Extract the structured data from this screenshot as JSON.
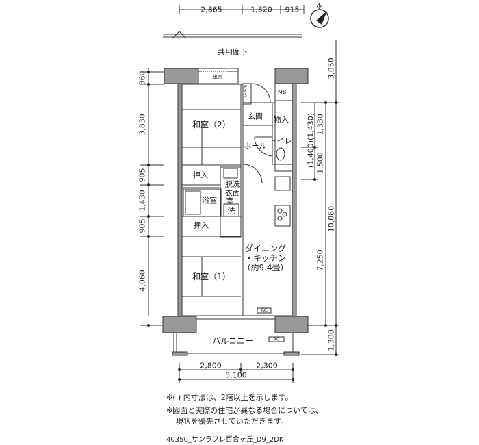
{
  "compass": {
    "north_label": "N"
  },
  "corridor": {
    "label": "共用廊下"
  },
  "rooms": {
    "washitsu2": "和室（2）",
    "washitsu1": "和室（1）",
    "oshiire_top": "押入",
    "oshiire_bottom": "押入",
    "bath": "浴室",
    "dressing": [
      "脱洗",
      "衣面",
      "室"
    ],
    "laundry": "洗",
    "genkan": "玄関",
    "storage": "物入",
    "hall": "ホール",
    "toilet": "トイレ",
    "dk": [
      "ダイニング",
      "・キッチン",
      "（約9.4畳）"
    ],
    "balcony": "バルコニー",
    "demado": "出窓",
    "eps": "EPS",
    "mb": "MB",
    "ac1": "AC",
    "ac2": "AC"
  },
  "dimensions": {
    "top": [
      "2,865",
      "1,320",
      "915"
    ],
    "bottom": [
      "2,800",
      "2,300"
    ],
    "bottom_total": "5,100",
    "left": [
      "360",
      "3,830",
      "905",
      "1,430",
      "905",
      "4,060"
    ],
    "right_outer": [
      "3,050",
      "10,080",
      "1,300"
    ],
    "right_mid": "7,250",
    "right_inner": [
      "1,330",
      "1,500"
    ],
    "right_inner_paren": "(1,400)(1,430)"
  },
  "notes": [
    "※( ) 内寸法は、2階以上を示します。",
    "※図面と実際の住宅が異なる場合については、",
    "現状を優先させていただきます。"
  ],
  "footer": "40350_サンラフレ百合ヶ丘_D9_2DK"
}
